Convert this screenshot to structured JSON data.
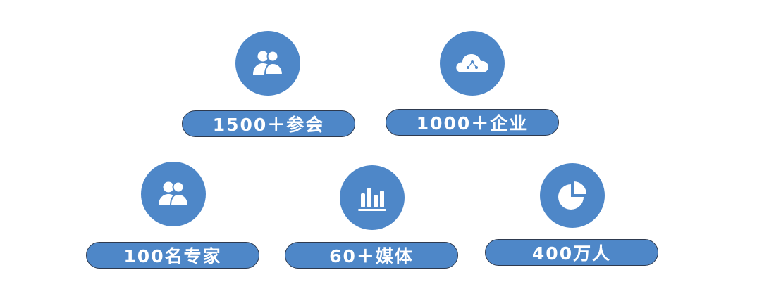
{
  "colors": {
    "accent": "#4e87c8",
    "pill_border": "#2e3a4f",
    "text": "#ffffff"
  },
  "stats": [
    {
      "icon": "users-icon",
      "label": "1500＋参会"
    },
    {
      "icon": "cloud-network-icon",
      "label": "1000＋企业"
    },
    {
      "icon": "users-icon",
      "label": "100名专家"
    },
    {
      "icon": "bar-chart-icon",
      "label": "60＋媒体"
    },
    {
      "icon": "pie-chart-icon",
      "label": "400万人"
    }
  ]
}
